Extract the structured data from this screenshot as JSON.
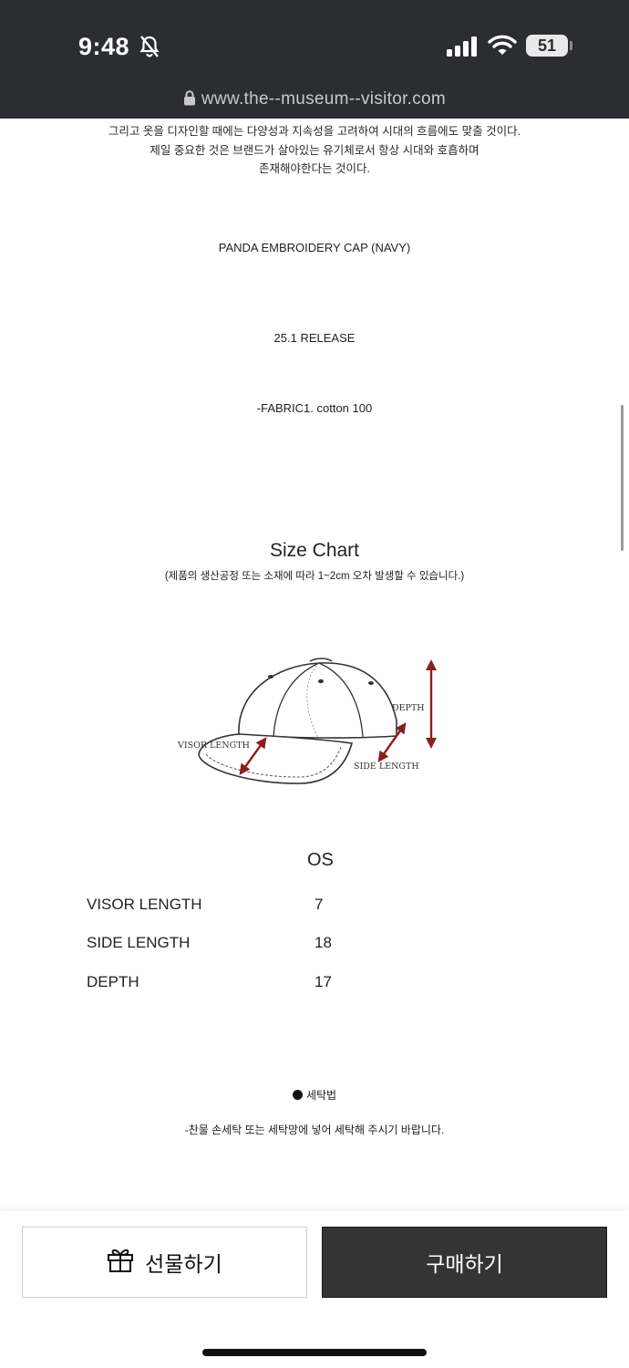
{
  "status": {
    "time": "9:48",
    "battery": "51"
  },
  "browser": {
    "url": "www.the--museum--visitor.com"
  },
  "description": {
    "intro_lines": [
      "그리고 옷을 디자인할 때에는 다양성과 지속성을 고려하여 시대의 흐름에도 맞출 것이다.",
      "제일 중요한 것은 브랜드가 살아있는 유기체로서 항상 시대와 호흡하며",
      "존재해야한다는 것이다."
    ],
    "product_name": "PANDA EMBROIDERY CAP (NAVY)",
    "release": "25.1 RELEASE",
    "fabric": "-FABRIC1. cotton 100"
  },
  "size_chart": {
    "title": "Size Chart",
    "note": "(제품의 생산공정 또는 소재에 따라 1~2cm 오차 발생할 수 있습니다.)",
    "diagram_labels": {
      "depth": "DEPTH",
      "visor": "VISOR LENGTH",
      "side": "SIDE LENGTH"
    },
    "column_header": "OS",
    "rows": [
      {
        "label": "VISOR LENGTH",
        "value": "7"
      },
      {
        "label": "SIDE LENGTH",
        "value": "18"
      },
      {
        "label": "DEPTH",
        "value": "17"
      }
    ]
  },
  "care": {
    "title": "세탁법",
    "text": "-찬물 손세탁 또는 세탁망에 넣어 세탁해 주시기 바랍니다."
  },
  "actions": {
    "gift_label": "선물하기",
    "buy_label": "구매하기"
  },
  "icons": [
    "bell-slash-icon",
    "signal-icon",
    "wifi-icon",
    "battery-icon",
    "lock-icon",
    "gift-icon"
  ],
  "colors": {
    "arrow": "#8b1e1e",
    "buy_button": "#343434",
    "top_bar": "#2b2d30"
  }
}
